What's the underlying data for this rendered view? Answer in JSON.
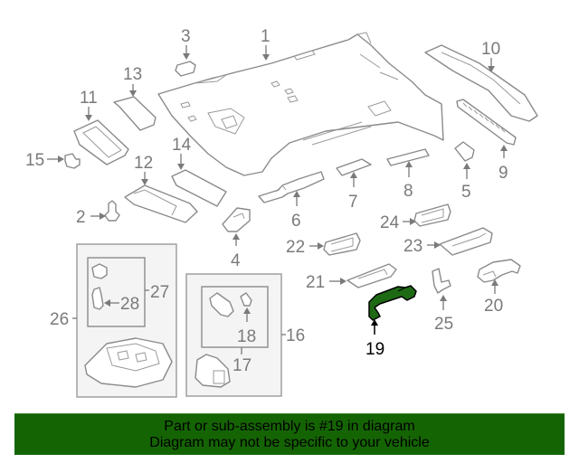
{
  "diagram": {
    "highlighted_part": "19",
    "highlight_color": "#1e6a14",
    "callouts": {
      "p1": "1",
      "p2": "2",
      "p3": "3",
      "p4": "4",
      "p5": "5",
      "p6": "6",
      "p7": "7",
      "p8": "8",
      "p9": "9",
      "p10": "10",
      "p11": "11",
      "p12": "12",
      "p13": "13",
      "p14": "14",
      "p15": "15",
      "p16": "16",
      "p17": "17",
      "p18": "18",
      "p19": "19",
      "p20": "20",
      "p21": "21",
      "p22": "22",
      "p23": "23",
      "p24": "24",
      "p25": "25",
      "p26": "26",
      "p27": "27",
      "p28": "28"
    }
  },
  "banner": {
    "line1": "Part or sub-assembly is #19 in diagram",
    "line2": "Diagram may not be specific to your vehicle",
    "background_color": "#156404"
  }
}
